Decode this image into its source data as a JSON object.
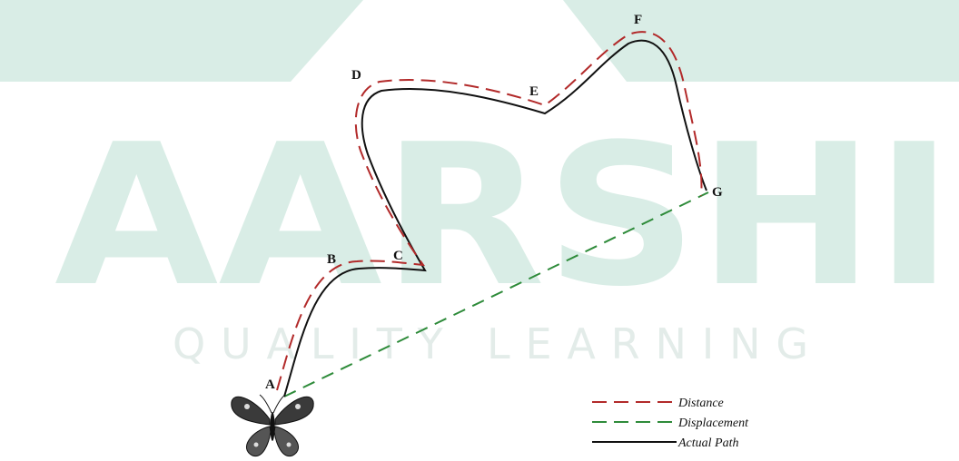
{
  "watermark": {
    "brand": "AARSHI",
    "tagline": "QUALITY LEARNING",
    "color": "#d9ede6"
  },
  "points": {
    "A": "A",
    "B": "B",
    "C": "C",
    "D": "D",
    "E": "E",
    "F": "F",
    "G": "G"
  },
  "legend": {
    "distance": "Distance",
    "displacement": "Displacement",
    "actual_path": "Actual Path"
  },
  "colors": {
    "distance": "#b22a2a",
    "displacement": "#2e8b3a",
    "actual_path": "#111111"
  },
  "icons": {
    "start": "butterfly-icon"
  }
}
